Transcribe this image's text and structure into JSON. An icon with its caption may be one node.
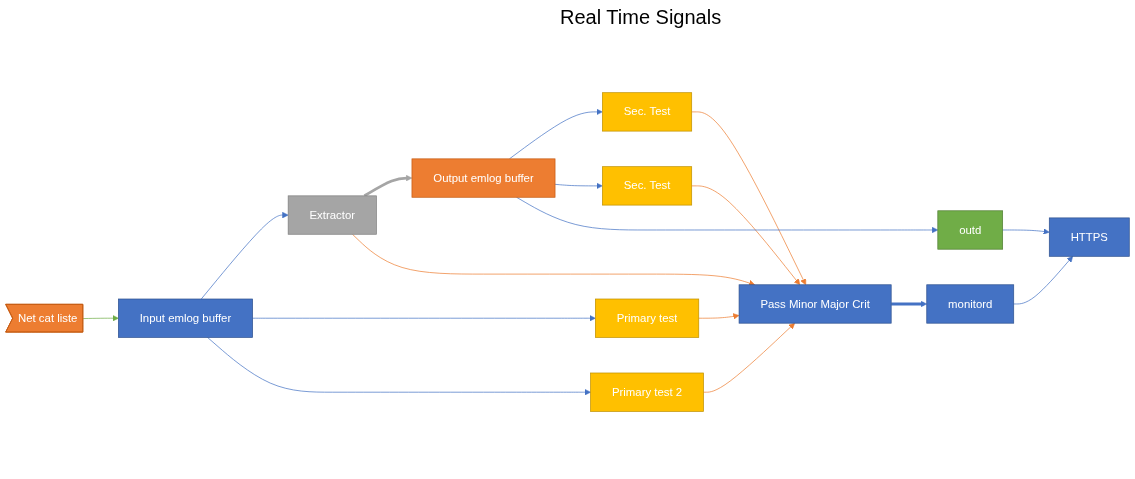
{
  "diagram": {
    "nodes": [
      {
        "text": [
          "Net cat liste"
        ]
      },
      {
        "text": [
          "Input emlog buffer"
        ]
      },
      {
        "text": [
          "Extractor"
        ]
      },
      {
        "text": [
          "Primary test"
        ]
      },
      {
        "text": [
          "Primary test 2"
        ]
      },
      {
        "text": [
          "Output emlog buffer"
        ]
      },
      {
        "text": [
          "Sec. Test"
        ]
      },
      {
        "text": [
          "Sec. Test"
        ]
      },
      {
        "text": [
          "outd"
        ]
      },
      {
        "text": [
          "Pass Minor Major Crit"
        ]
      },
      {
        "text": [
          "monitord"
        ]
      },
      {
        "text": [
          "HTTPS"
        ]
      }
    ],
    "edges": [
      {
        "from": 0,
        "to": 1,
        "arrow": "to",
        "color": "#70ad47"
      },
      {
        "from": 1,
        "to": 2,
        "arrow": "to"
      },
      {
        "from": 1,
        "to": 3,
        "arrow": "to"
      },
      {
        "from": 1,
        "to": 4,
        "arrow": "to"
      },
      {
        "from": 2,
        "to": 5,
        "arrow": "to",
        "style": "thick",
        "color": "#a5a5a5"
      },
      {
        "from": 2,
        "to": 9,
        "arrow": "to",
        "color": "#ed7d31"
      },
      {
        "from": 3,
        "to": 9,
        "arrow": "to",
        "color": "#ed7d31"
      },
      {
        "from": 4,
        "to": 9,
        "arrow": "to",
        "color": "#ed7d31"
      },
      {
        "from": 5,
        "to": 6,
        "arrow": "to"
      },
      {
        "from": 5,
        "to": 7,
        "arrow": "to"
      },
      {
        "from": 6,
        "to": 9,
        "arrow": "to",
        "color": "#ed7d31"
      },
      {
        "from": 7,
        "to": 9,
        "arrow": "to",
        "color": "#ed7d31"
      },
      {
        "from": 5,
        "to": 8,
        "arrow": "to"
      },
      {
        "from": 8,
        "to": 11,
        "arrow": "to"
      },
      {
        "from": 9,
        "to": 10,
        "arrow": "to",
        "style": "thick"
      },
      {
        "from": 10,
        "to": 11,
        "arrow": "to"
      }
    ],
    "labels": [
      "Real Time Signals"
    ]
  }
}
